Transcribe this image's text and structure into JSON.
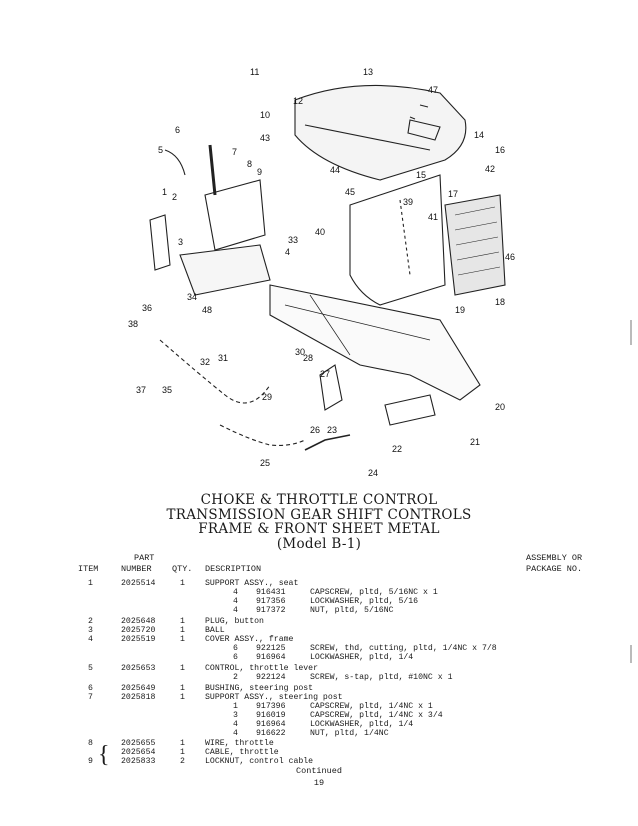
{
  "title_lines": [
    "CHOKE & THROTTLE CONTROL",
    "TRANSMISSION GEAR SHIFT CONTROLS",
    "FRAME & FRONT SHEET METAL",
    "(Model B-1)"
  ],
  "headers": {
    "part": "PART",
    "item": "ITEM",
    "number": "NUMBER",
    "qty": "QTY.",
    "description": "DESCRIPTION",
    "assembly_line1": "ASSEMBLY OR",
    "assembly_line2": "PACKAGE NO."
  },
  "rows": [
    {
      "item": "1",
      "number": "2025514",
      "qty": "1",
      "desc": "SUPPORT ASSY., seat"
    },
    {
      "sub": true,
      "qty": "4",
      "part": "916431",
      "desc": "CAPSCREW, pltd, 5/16NC x 1"
    },
    {
      "sub": true,
      "qty": "4",
      "part": "917356",
      "desc": "LOCKWASHER, pltd, 5/16"
    },
    {
      "sub": true,
      "qty": "4",
      "part": "917372",
      "desc": "NUT, pltd, 5/16NC"
    },
    {
      "item": "2",
      "number": "2025648",
      "qty": "1",
      "desc": "PLUG, button"
    },
    {
      "item": "3",
      "number": "2025720",
      "qty": "1",
      "desc": "BALL"
    },
    {
      "item": "4",
      "number": "2025519",
      "qty": "1",
      "desc": "COVER ASSY., frame"
    },
    {
      "sub": true,
      "qty": "6",
      "part": "922125",
      "desc": "SCREW, thd, cutting, pltd, 1/4NC x 7/8"
    },
    {
      "sub": true,
      "qty": "6",
      "part": "916964",
      "desc": "LOCKWASHER, pltd, 1/4"
    },
    {
      "item": "5",
      "number": "2025653",
      "qty": "1",
      "desc": "CONTROL, throttle lever"
    },
    {
      "sub": true,
      "qty": "2",
      "part": "922124",
      "desc": "SCREW, s-tap, pltd, #10NC x 1"
    },
    {
      "item": "6",
      "number": "2025649",
      "qty": "1",
      "desc": "BUSHING, steering post"
    },
    {
      "item": "7",
      "number": "2025818",
      "qty": "1",
      "desc": "SUPPORT ASSY., steering post"
    },
    {
      "sub": true,
      "qty": "1",
      "part": "917396",
      "desc": "CAPSCREW, pltd, 1/4NC x 1"
    },
    {
      "sub": true,
      "qty": "3",
      "part": "916019",
      "desc": "CAPSCREW, pltd, 1/4NC x 3/4"
    },
    {
      "sub": true,
      "qty": "4",
      "part": "916964",
      "desc": "LOCKWASHER, pltd, 1/4"
    },
    {
      "sub": true,
      "qty": "4",
      "part": "916622",
      "desc": "NUT, pltd, 1/4NC"
    },
    {
      "item": "8",
      "number": "2025655",
      "qty": "1",
      "desc": "WIRE, throttle"
    },
    {
      "item": "",
      "number": "2025654",
      "qty": "1",
      "desc": "CABLE, throttle"
    },
    {
      "item": "9",
      "number": "2025833",
      "qty": "2",
      "desc": "LOCKNUT, control cable"
    }
  ],
  "continued": "Continued",
  "page_number": "19",
  "callouts": [
    "1",
    "2",
    "3",
    "4",
    "5",
    "6",
    "7",
    "8",
    "9",
    "10",
    "11",
    "12",
    "13",
    "14",
    "15",
    "16",
    "17",
    "18",
    "19",
    "20",
    "21",
    "22",
    "23",
    "24",
    "25",
    "26",
    "27",
    "28",
    "29",
    "30",
    "31",
    "32",
    "33",
    "34",
    "35",
    "36",
    "37",
    "38",
    "39",
    "40",
    "41",
    "42",
    "43",
    "44",
    "45",
    "46",
    "47",
    "48"
  ]
}
